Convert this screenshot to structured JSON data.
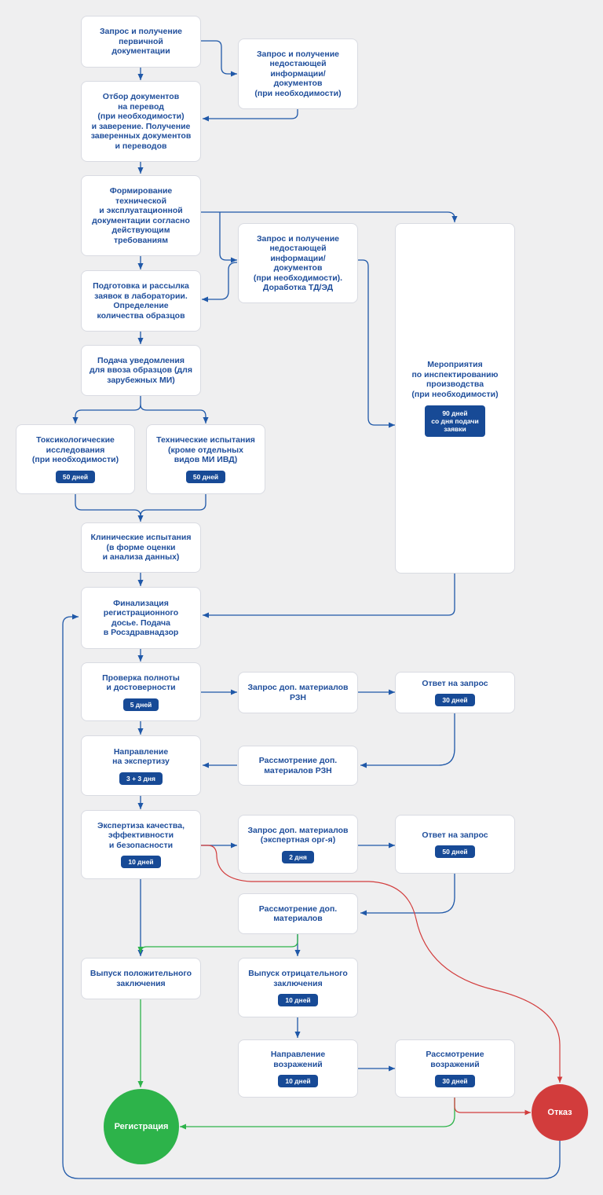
{
  "colors": {
    "flow": "#1f58a8",
    "positive": "#2db34a",
    "negative": "#d23c3c",
    "box_text": "#1f4e9b",
    "badge": "#174a96",
    "background": "#efeff0"
  },
  "nodes": {
    "n1": {
      "text": "Запрос и получение\nпервичной\nдокументации"
    },
    "n2": {
      "text": "Запрос и получение\nнедостающей\nинформации/\nдокументов\n(при необходимости)"
    },
    "n3": {
      "text": "Отбор документов\nна перевод\n(при необходимости)\nи заверение. Получение\nзаверенных документов\nи переводов"
    },
    "n4": {
      "text": "Формирование\nтехнической\nи эксплуатационной\nдокументации согласно\nдействующим\nтребованиям"
    },
    "n5": {
      "text": "Запрос и получение\nнедостающей\nинформации/\nдокументов\n(при необходимости).\nДоработка ТД/ЭД"
    },
    "n6": {
      "text": "Мероприятия\nпо инспектированию\nпроизводства\n(при необходимости)",
      "badge": "90 дней\nсо дня подачи\nзаявки"
    },
    "n7": {
      "text": "Подготовка и рассылка\nзаявок в лаборатории.\nОпределение\nколичества образцов"
    },
    "n8": {
      "text": "Подача уведомления\nдля ввоза образцов (для\nзарубежных МИ)"
    },
    "n9": {
      "text": "Токсикологические\nисследования\n(при необходимости)",
      "badge": "50 дней"
    },
    "n10": {
      "text": "Технические испытания\n(кроме отдельных\nвидов МИ ИВД)",
      "badge": "50 дней"
    },
    "n11": {
      "text": "Клинические испытания\n(в форме оценки\nи анализа данных)"
    },
    "n12": {
      "text": "Финализация\nрегистрационного\nдосье. Подача\nв Росздравнадзор"
    },
    "n13": {
      "text": "Проверка полноты\nи достоверности",
      "badge": "5 дней"
    },
    "n14": {
      "text": "Запрос доп. материалов\nРЗН"
    },
    "n15": {
      "text": "Ответ на запрос",
      "badge": "30 дней"
    },
    "n16": {
      "text": "Направление\nна экспертизу",
      "badge": "3 + 3 дня"
    },
    "n17": {
      "text": "Рассмотрение доп.\nматериалов РЗН"
    },
    "n18": {
      "text": "Экспертиза качества,\nэффективности\nи безопасности",
      "badge": "10 дней"
    },
    "n19": {
      "text": "Запрос доп. материалов\n(экспертная орг-я)",
      "badge": "2 дня"
    },
    "n20": {
      "text": "Ответ на запрос",
      "badge": "50 дней"
    },
    "n21": {
      "text": "Рассмотрение доп.\nматериалов"
    },
    "n22": {
      "text": "Выпуск положительного\nзаключения"
    },
    "n23": {
      "text": "Выпуск отрицательного\nзаключения",
      "badge": "10 дней"
    },
    "n24": {
      "text": "Направление\nвозражений",
      "badge": "10 дней"
    },
    "n25": {
      "text": "Рассмотрение\nвозражений",
      "badge": "30 дней"
    }
  },
  "terminals": {
    "registration": {
      "label": "Регистрация"
    },
    "refusal": {
      "label": "Отказ"
    }
  }
}
